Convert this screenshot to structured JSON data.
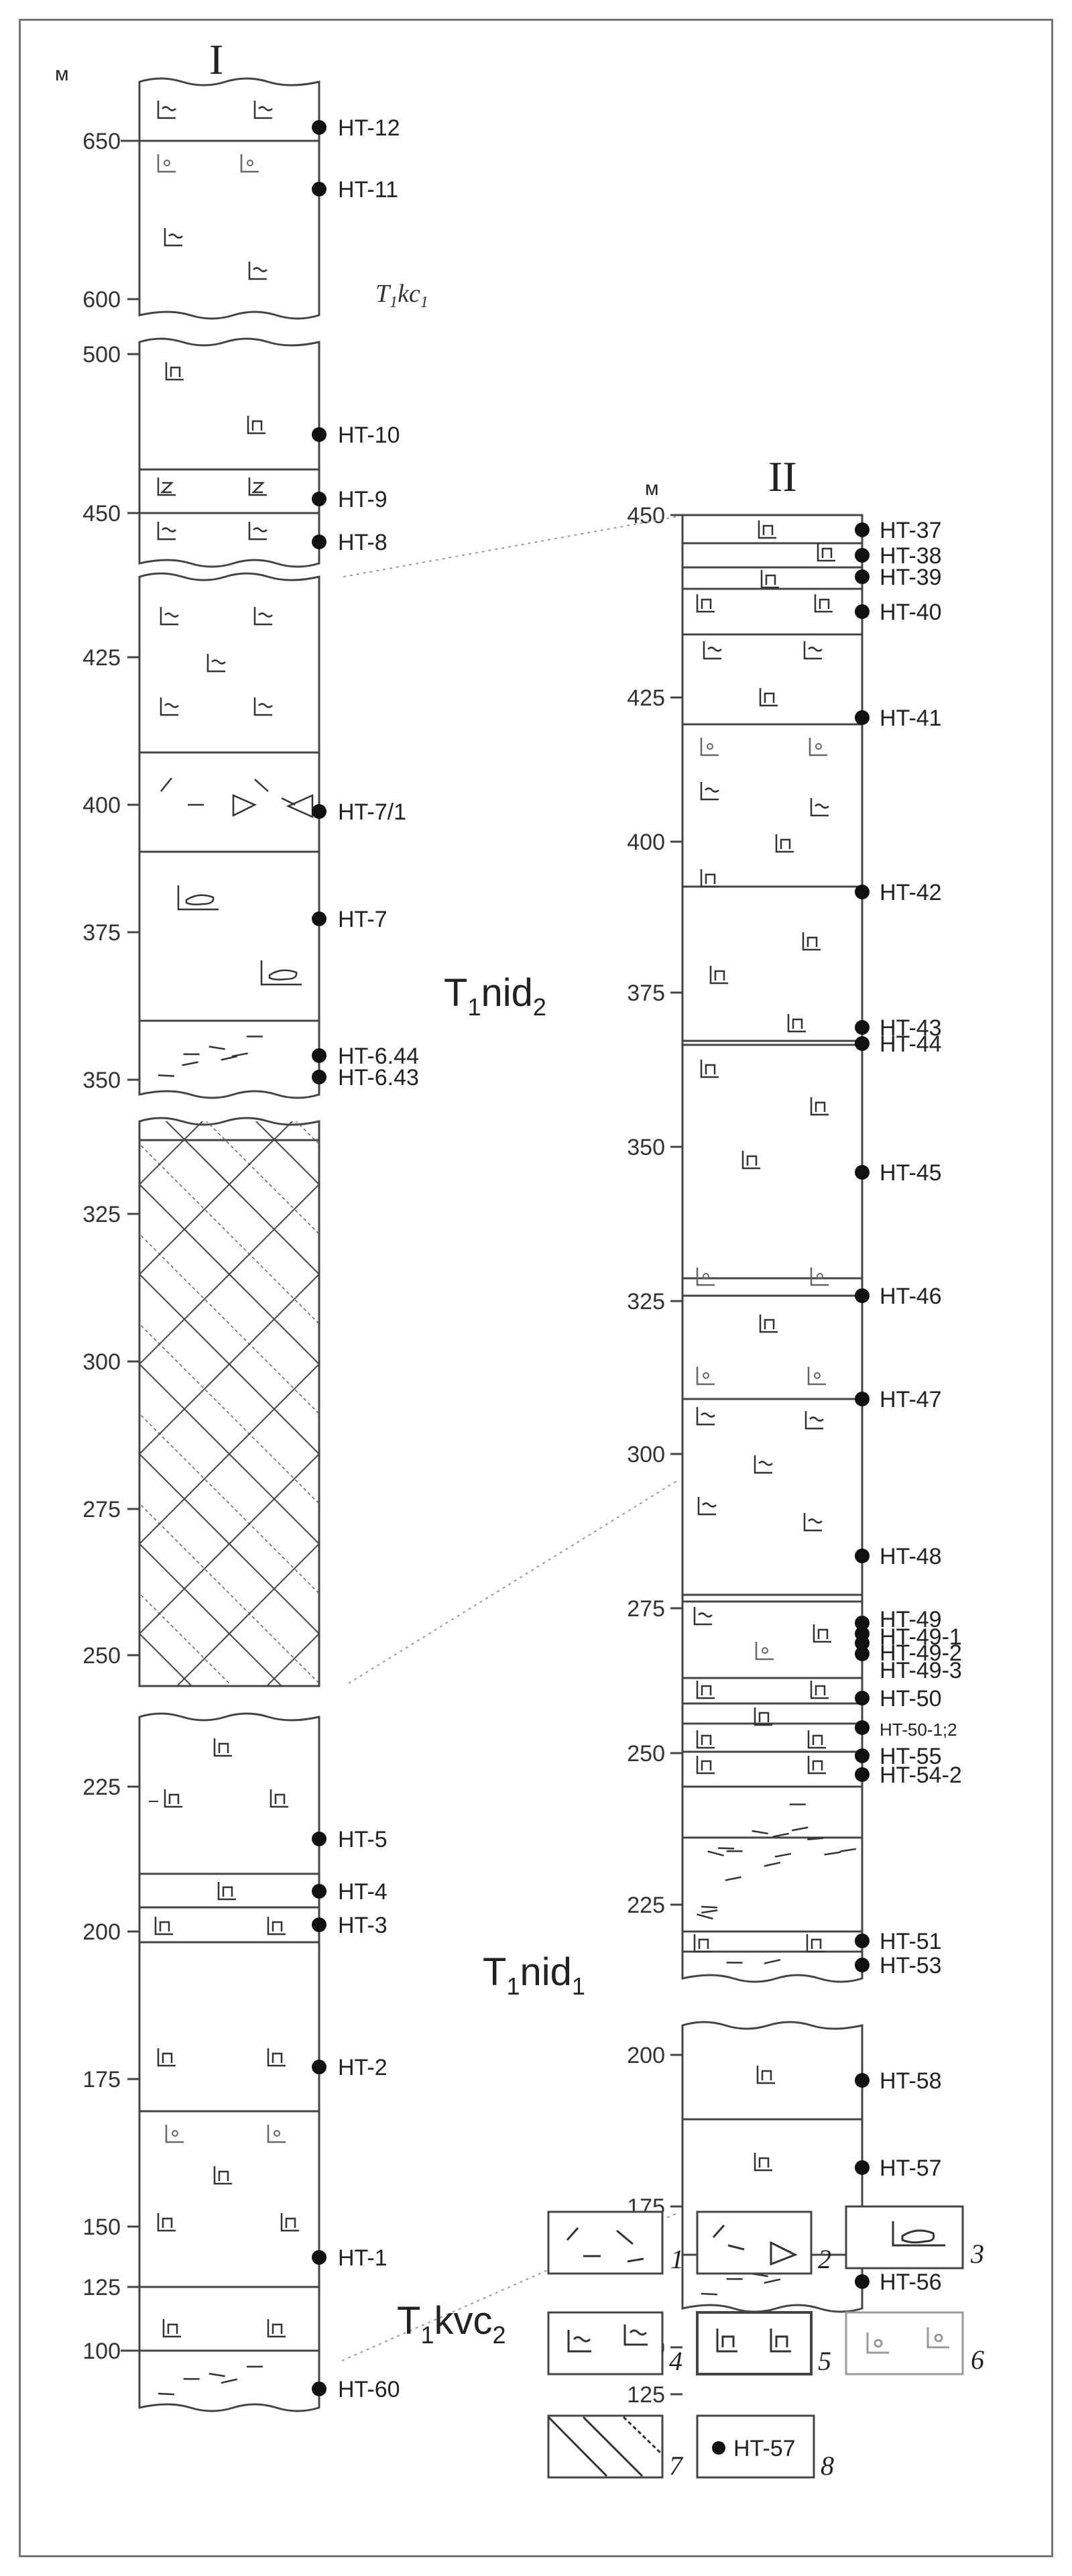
{
  "column_I": {
    "title": "I",
    "unit": "м",
    "ticks": [
      "650",
      "600",
      "500",
      "450",
      "425",
      "400",
      "375",
      "350",
      "325",
      "300",
      "275",
      "250",
      "225",
      "200",
      "175",
      "150",
      "125",
      "100"
    ]
  },
  "column_II": {
    "title": "II",
    "unit": "м",
    "ticks": [
      "450",
      "425",
      "400",
      "375",
      "350",
      "325",
      "300",
      "275",
      "250",
      "225",
      "200",
      "175",
      "150",
      "125"
    ]
  },
  "samples_I": [
    "HT-12",
    "HT-11",
    "HT-10",
    "HT-9",
    "HT-8",
    "HT-7/1",
    "HT-7",
    "HT-6.44",
    "HT-6.43",
    "HT-5",
    "HT-4",
    "HT-3",
    "HT-2",
    "HT-1",
    "HT-60"
  ],
  "samples_II": [
    "HT-37",
    "HT-38",
    "HT-39",
    "HT-40",
    "HT-41",
    "HT-42",
    "HT-43",
    "HT-44",
    "HT-45",
    "HT-46",
    "HT-47",
    "HT-48",
    "HT-49",
    "HT-49-1",
    "HT-49-2",
    "HT-49-3",
    "HT-50",
    "HT-50-1;2",
    "HT-55",
    "HT-54-2",
    "HT-51",
    "HT-53",
    "HT-58",
    "HT-57",
    "HT-56"
  ],
  "strat": {
    "kc1": {
      "base": "T",
      "sub": "1",
      "rest": "kc",
      "sub2": "1"
    },
    "nid2": {
      "base": "T",
      "sub": "1",
      "rest": "nid",
      "sub2": "2"
    },
    "nid1": {
      "base": "T",
      "sub": "1",
      "rest": "nid",
      "sub2": "1"
    },
    "kvc2": {
      "base": "T",
      "sub": "1",
      "rest": "kvc",
      "sub2": "2"
    }
  },
  "legend": {
    "numbers": [
      "1",
      "2",
      "3",
      "4",
      "5",
      "6",
      "7",
      "8"
    ],
    "sample_example": "HT-57",
    "icons": [
      "dash-texture",
      "dash-triangle",
      "lens-symbol",
      "wave-symbol",
      "bracket-symbol",
      "circle-symbol",
      "brick-hatch",
      "sample-dot"
    ]
  }
}
